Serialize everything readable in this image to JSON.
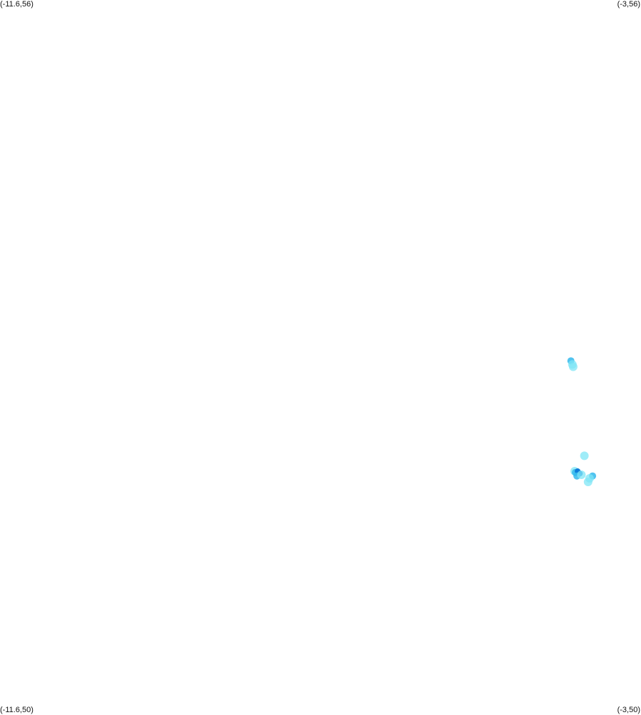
{
  "corners": {
    "top_left": "(-11.6,56)",
    "top_right": "(-3,56)",
    "bottom_left": "(-11.6,50)",
    "bottom_right": "(-3,50)"
  },
  "map": {
    "extent": {
      "lon_min": -11.6,
      "lon_max": -3,
      "lat_min": 50,
      "lat_max": 56
    },
    "palette": {
      "light": "#7fe6f5",
      "mid": "#33b8ec",
      "dark": "#0a79d8"
    },
    "points": [
      {
        "lon": -3.94,
        "lat": 52.96,
        "level": "mid"
      },
      {
        "lon": -3.92,
        "lat": 52.93,
        "level": "light"
      },
      {
        "lon": -3.91,
        "lat": 52.91,
        "level": "light"
      },
      {
        "lon": -3.76,
        "lat": 52.16,
        "level": "light"
      },
      {
        "lon": -3.89,
        "lat": 52.03,
        "level": "light"
      },
      {
        "lon": -3.88,
        "lat": 52.02,
        "level": "mid"
      },
      {
        "lon": -3.85,
        "lat": 52.03,
        "level": "dark"
      },
      {
        "lon": -3.82,
        "lat": 52.01,
        "level": "dark"
      },
      {
        "lon": -3.86,
        "lat": 51.99,
        "level": "mid"
      },
      {
        "lon": -3.8,
        "lat": 52.0,
        "level": "light"
      },
      {
        "lon": -3.65,
        "lat": 51.99,
        "level": "mid"
      },
      {
        "lon": -3.69,
        "lat": 51.97,
        "level": "light"
      },
      {
        "lon": -3.71,
        "lat": 51.94,
        "level": "light"
      }
    ]
  }
}
